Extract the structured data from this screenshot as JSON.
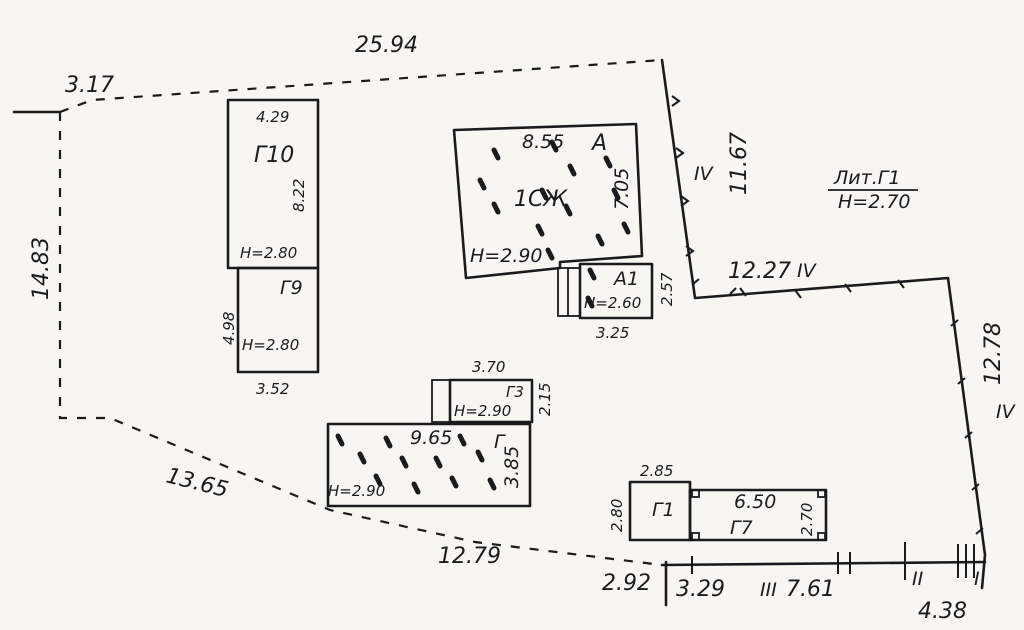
{
  "parcel": {
    "dims": {
      "top": "25.94",
      "top_left": "3.17",
      "left": "14.83",
      "bottom_left_diag": "13.65",
      "bottom_mid": "12.79",
      "bottom_step": "2.92",
      "bottom_seg1": "3.29",
      "bottom_seg2": "7.61",
      "bottom_right": "4.38",
      "right_upper": "11.67",
      "middle_step": "12.27",
      "right_lower": "12.78"
    },
    "fence_marks": {
      "right_upper": "IV",
      "middle_step": "IV",
      "right_lower": "IV",
      "bottom_seg2": "III",
      "bottom_ii": "II",
      "bottom_i": "I"
    }
  },
  "note": {
    "title": "Лит.Г1",
    "height": "H=2.70"
  },
  "buildings": {
    "g10": {
      "label": "Г10",
      "width": "4.29",
      "depth": "8.22",
      "height": "H=2.80"
    },
    "g9": {
      "label": "Г9",
      "width": "3.52",
      "depth": "4.98",
      "height": "H=2.80"
    },
    "a": {
      "label": "А",
      "use": "1СЖ",
      "width": "8.55",
      "depth": "7.05",
      "height": "H=2.90"
    },
    "a1": {
      "label": "А1",
      "width": "3.25",
      "depth": "2.57",
      "height": "H=2.60"
    },
    "g3": {
      "label": "Г3",
      "width": "3.70",
      "depth": "2.15",
      "height": "H=2.90"
    },
    "g": {
      "label": "Г",
      "width": "9.65",
      "depth": "3.85",
      "height": "H=2.90"
    },
    "g1": {
      "label": "Г1",
      "width": "2.85",
      "depth": "2.80"
    },
    "g7": {
      "label": "Г7",
      "width": "6.50",
      "depth": "2.70"
    }
  }
}
